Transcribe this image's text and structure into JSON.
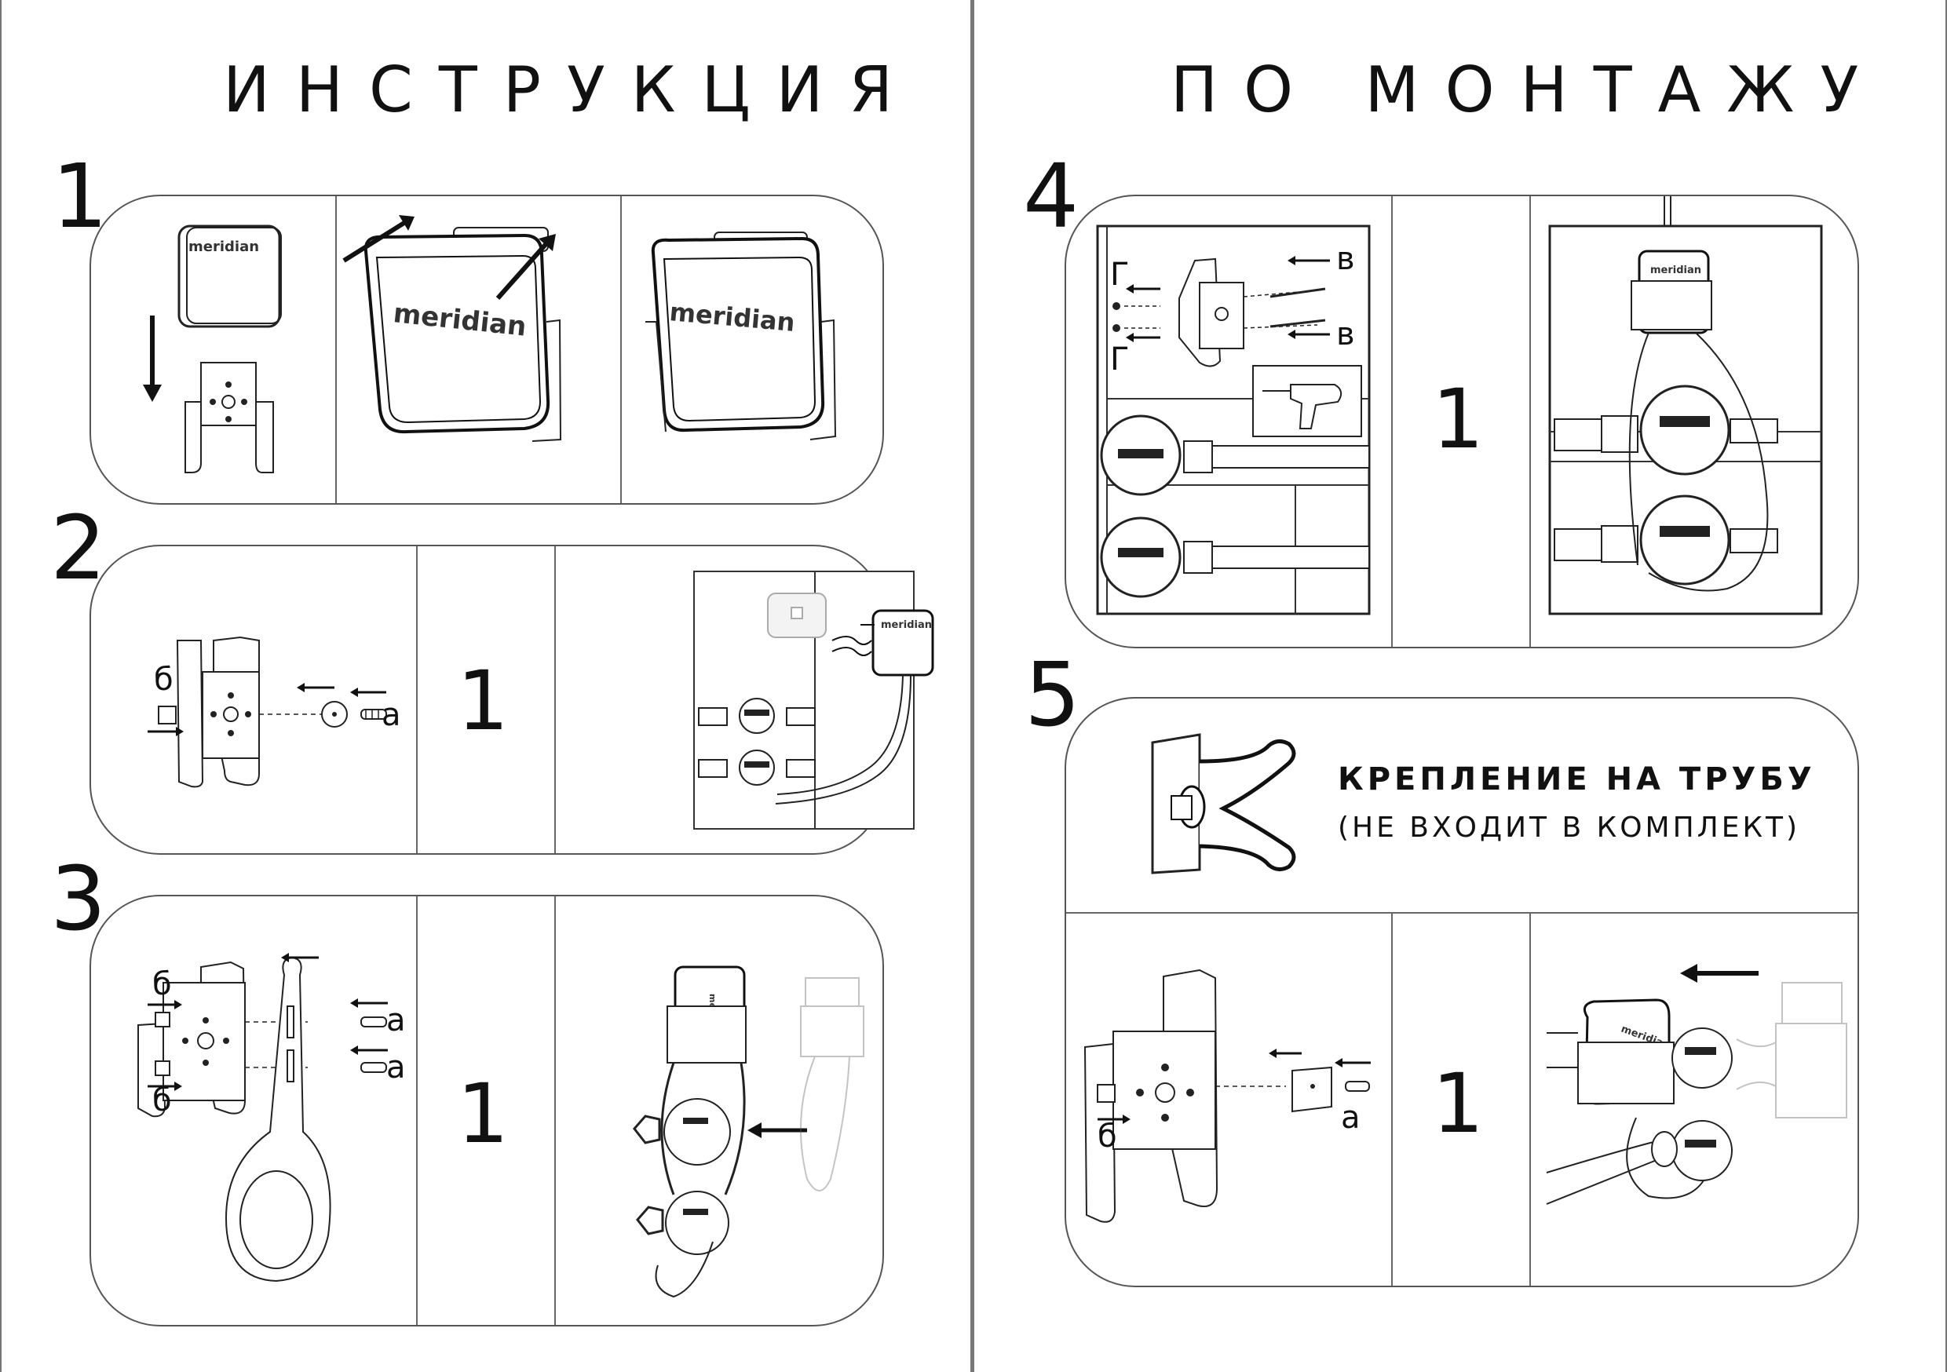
{
  "titles": {
    "left": "ИНСТРУКЦИЯ",
    "right": "ПО МОНТАЖУ"
  },
  "brand": "meridian",
  "steps": [
    {
      "number": "1"
    },
    {
      "number": "2",
      "quantity": "1",
      "labels": {
        "b": "б",
        "a": "а"
      }
    },
    {
      "number": "3",
      "quantity": "1",
      "labels": {
        "b1": "б",
        "b2": "б",
        "a1": "а",
        "a2": "а"
      }
    },
    {
      "number": "4",
      "quantity": "1",
      "labels": {
        "g1": "Г",
        "g2": "Г",
        "v1": "в",
        "v2": "в"
      }
    },
    {
      "number": "5",
      "quantity": "1",
      "caption_main": "КРЕПЛЕНИЕ НА ТРУБУ",
      "caption_sub": "(НЕ ВХОДИТ В КОМПЛЕКТ)",
      "labels": {
        "b": "б",
        "a": "а"
      }
    }
  ]
}
